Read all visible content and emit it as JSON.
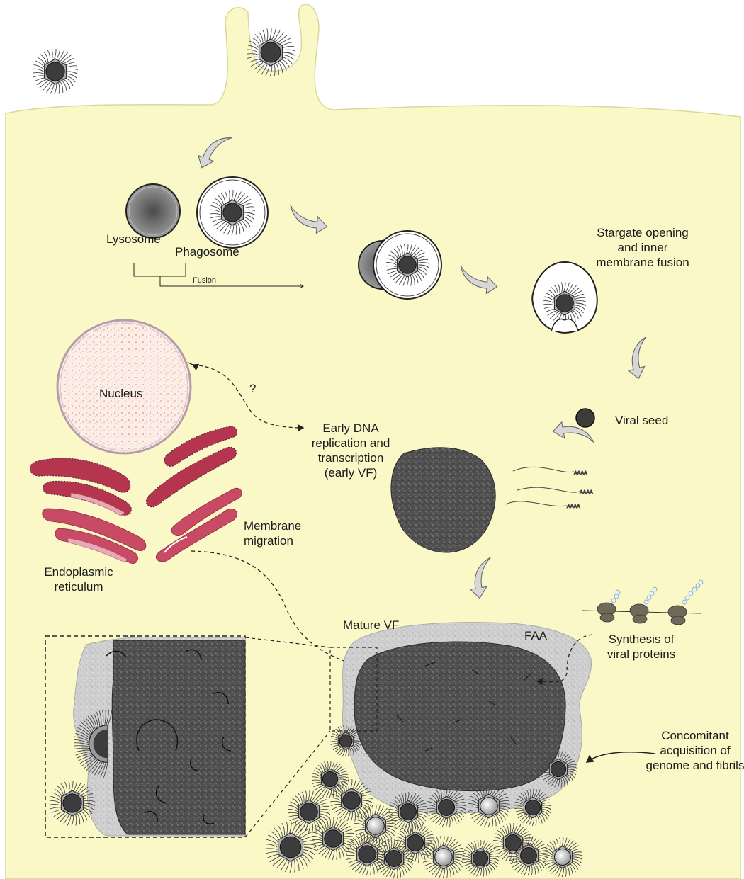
{
  "labels": {
    "lysosome": "Lysosome",
    "phagosome": "Phagosome",
    "fusion": "Fusion",
    "stargate": "Stargate opening\nand inner\nmembrane fusion",
    "viral_seed": "Viral seed",
    "nucleus": "Nucleus",
    "question": "?",
    "early_vf": "Early DNA\nreplication and\ntranscription\n(early VF)",
    "membrane_migration": "Membrane\nmigration",
    "er": "Endoplasmic\nreticulum",
    "mature_vf": "Mature VF",
    "faa": "FAA",
    "synthesis": "Synthesis of\nviral proteins",
    "concomitant": "Concomitant\nacquisition of\ngenome and fibrils"
  },
  "colors": {
    "cytoplasm": "#fbf8c8",
    "cytoplasm_edge": "#d9d79a",
    "virion_core": "#3c3c3c",
    "capsid": "#9a9a9a",
    "fibril": "#444444",
    "vf_dark": "#4a4a4a",
    "faa_light": "#c9c9c9",
    "er_red": "#b5344e",
    "er_pink": "#e7a9b6",
    "nucleus_dots": "#e06a4a",
    "ribosome": "#6e6a5a"
  }
}
